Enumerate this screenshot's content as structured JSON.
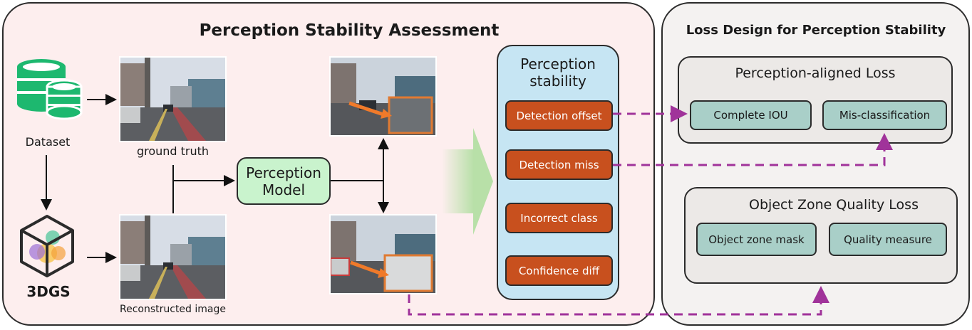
{
  "left_panel": {
    "title": "Perception Stability Assessment",
    "dataset_label": "Dataset",
    "threedgs_label": "3DGS",
    "ground_truth_label": "ground truth",
    "reconstructed_label": "Reconstructed image",
    "perception_model_label": "Perception\nModel",
    "stability_box": {
      "title": "Perception\nstability",
      "items": [
        "Detection offset",
        "Detection miss",
        "Incorrect class",
        "Confidence diff"
      ]
    }
  },
  "right_panel": {
    "title": "Loss Design for Perception Stability",
    "perception_aligned": {
      "title": "Perception-aligned Loss",
      "items": [
        "Complete IOU",
        "Mis-classification"
      ]
    },
    "object_zone": {
      "title": "Object Zone Quality Loss",
      "items": [
        "Object zone mask",
        "Quality measure"
      ]
    }
  },
  "colors": {
    "left_bg": "#fdeeee",
    "right_bg": "#f4f2f1",
    "pill": "#c8501e",
    "tile": "#a9cfc8",
    "model": "#c9f3cd",
    "stability": "#c6e5f3",
    "dashed_arrow": "#a0339a",
    "icon_green": "#1db86f"
  }
}
